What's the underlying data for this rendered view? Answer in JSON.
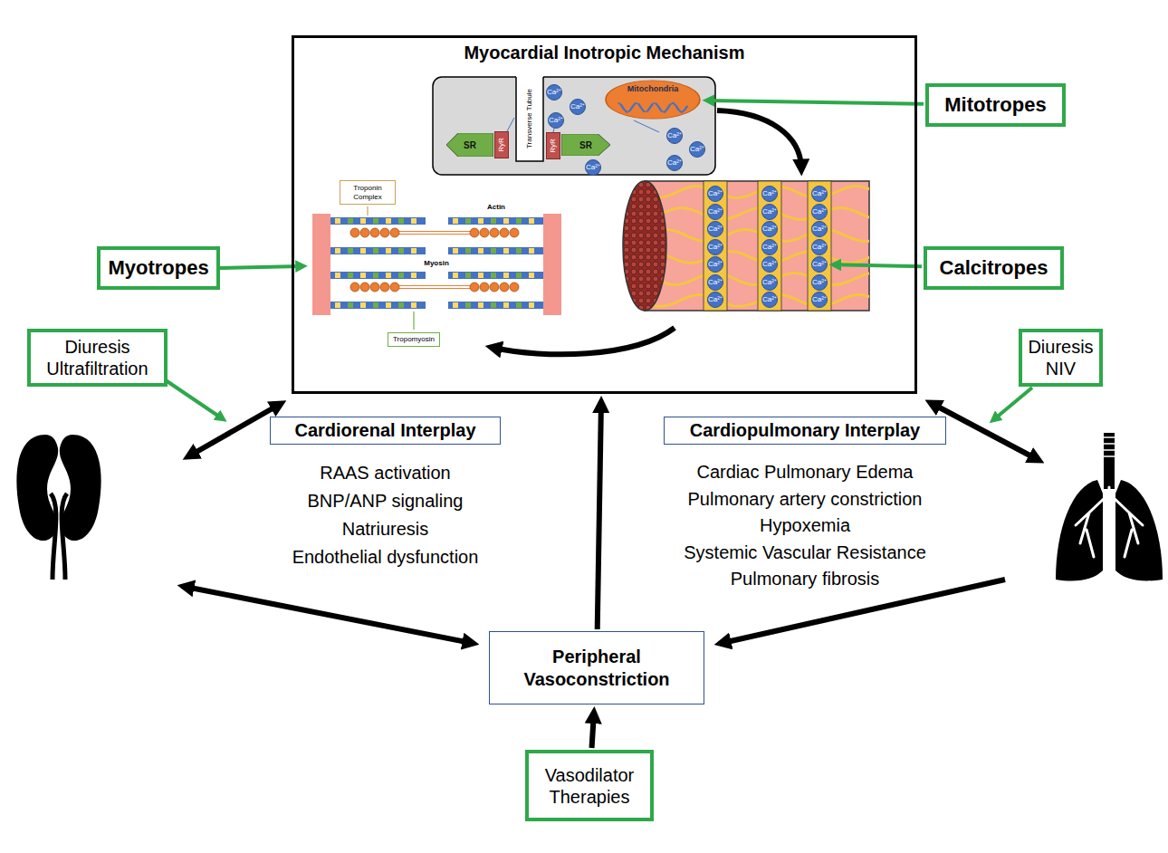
{
  "diagram": {
    "nodes": [
      {
        "text": [
          "Myocardial Inotropic Mechanism"
        ]
      },
      {
        "text": [
          "SR"
        ],
        "in": 0
      },
      {
        "text": [
          "RyR"
        ],
        "in": 0
      },
      {
        "text": [
          "RyR"
        ],
        "in": 0
      },
      {
        "text": [
          "SR"
        ],
        "in": 0
      },
      {
        "text": [
          "Mitochondria"
        ],
        "in": 0
      },
      {
        "text": [
          "Ca²⁺"
        ],
        "in": 0
      },
      {
        "text": [
          "Ca²⁺"
        ],
        "in": 0
      },
      {
        "text": [
          "Ca²⁺"
        ],
        "in": 0
      },
      {
        "text": [
          "Ca²⁺"
        ],
        "in": 0
      },
      {
        "text": [
          "Ca²⁺"
        ],
        "in": 0
      },
      {
        "text": [
          "Ca²⁺"
        ],
        "in": 0
      },
      {
        "text": [
          "Ca²⁺"
        ],
        "in": 0
      },
      {
        "text": [
          "Ca²⁺"
        ],
        "in": 0
      },
      {
        "text": [
          "Ca²⁺"
        ],
        "in": 0
      },
      {
        "text": [
          "Ca²⁺"
        ],
        "in": 0
      },
      {
        "text": [
          "Ca²⁺"
        ],
        "in": 0
      },
      {
        "text": [
          "Ca²⁺"
        ],
        "in": 0
      },
      {
        "text": [
          "Ca²⁺"
        ],
        "in": 0
      },
      {
        "text": [
          "Ca²⁺"
        ],
        "in": 0
      },
      {
        "text": [
          "Ca²⁺"
        ],
        "in": 0
      },
      {
        "text": [
          "Ca²⁺"
        ],
        "in": 0
      },
      {
        "text": [
          "Ca²⁺"
        ],
        "in": 0
      },
      {
        "text": [
          "Ca²⁺"
        ],
        "in": 0
      },
      {
        "text": [
          "Ca²⁺"
        ],
        "in": 0
      },
      {
        "text": [
          "Ca²⁺"
        ],
        "in": 0
      },
      {
        "text": [
          "Ca²⁺"
        ],
        "in": 0
      },
      {
        "text": [
          "Ca²⁺"
        ],
        "in": 0
      },
      {
        "text": [
          "Ca²⁺"
        ],
        "in": 0
      },
      {
        "text": [
          "Ca²⁺"
        ],
        "in": 0
      },
      {
        "text": [
          "Ca²⁺"
        ],
        "in": 0
      },
      {
        "text": [
          "Ca²⁺"
        ],
        "in": 0
      },
      {
        "text": [
          "Ca²⁺"
        ],
        "in": 0
      },
      {
        "text": [
          "Ca²⁺"
        ],
        "in": 0
      },
      {
        "text": [
          "Troponin Complex"
        ],
        "in": 0
      },
      {
        "text": [
          "Tropomyosin"
        ],
        "in": 0
      },
      {
        "text": [
          "Mitotropes"
        ]
      },
      {
        "text": [
          "Calcitropes"
        ]
      },
      {
        "text": [
          "Myotropes"
        ]
      },
      {
        "text": [
          "Diuresis Ultrafiltration"
        ]
      },
      {
        "text": [
          "Diuresis NIV"
        ]
      },
      {
        "text": [
          "Cardiorenal Interplay",
          "RAAS activation",
          "BNP/ANP signaling",
          "Natriuresis",
          "Endothelial dysfunction"
        ]
      },
      {
        "text": [
          "Cardiopulmonary Interplay",
          "Cardiac Pulmonary Edema",
          "Pulmonary artery constriction",
          "Hypoxemia",
          "Systemic Vascular Resistance",
          "Pulmonary fibrosis"
        ]
      },
      {
        "text": [
          "Peripheral Vasoconstriction"
        ]
      },
      {
        "text": [
          "Vasodilator Therapies"
        ]
      }
    ],
    "edges": [
      {
        "from": 43,
        "to": 0,
        "arrow": "to"
      },
      {
        "from": 44,
        "to": 43,
        "arrow": "to"
      },
      {
        "from": 36,
        "to": 5,
        "arrow": "to"
      },
      {
        "from": 37,
        "to": 31,
        "arrow": "to"
      }
    ],
    "labels": [
      "Transverse Tubule",
      "Actin",
      "Myosin"
    ]
  }
}
